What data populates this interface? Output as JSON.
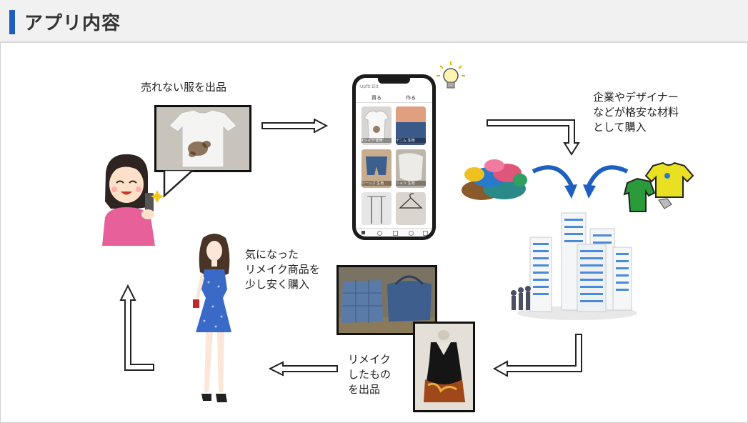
{
  "header": {
    "title": "アプリ内容"
  },
  "labels": {
    "sell_clothes": "売れない服を出品",
    "company_buy": [
      "企業やデザイナー",
      "などが格安な材料",
      "として購入"
    ],
    "customer_buy": [
      "気になった",
      "リメイク商品を",
      "少し安く購入"
    ],
    "remake_sell": [
      "リメイク",
      "したもの",
      "を出品"
    ]
  },
  "phone": {
    "app_name": "Upfit Elit",
    "tab_buy": "買る",
    "tab_make": "作る",
    "items": [
      "Tシャツ 変色",
      "デニム 生地",
      "ジーンズ 生地",
      "シャツ 生地"
    ]
  },
  "colors": {
    "accent": "#1f5fbf",
    "arrow_blue": "#1f5fbf"
  }
}
